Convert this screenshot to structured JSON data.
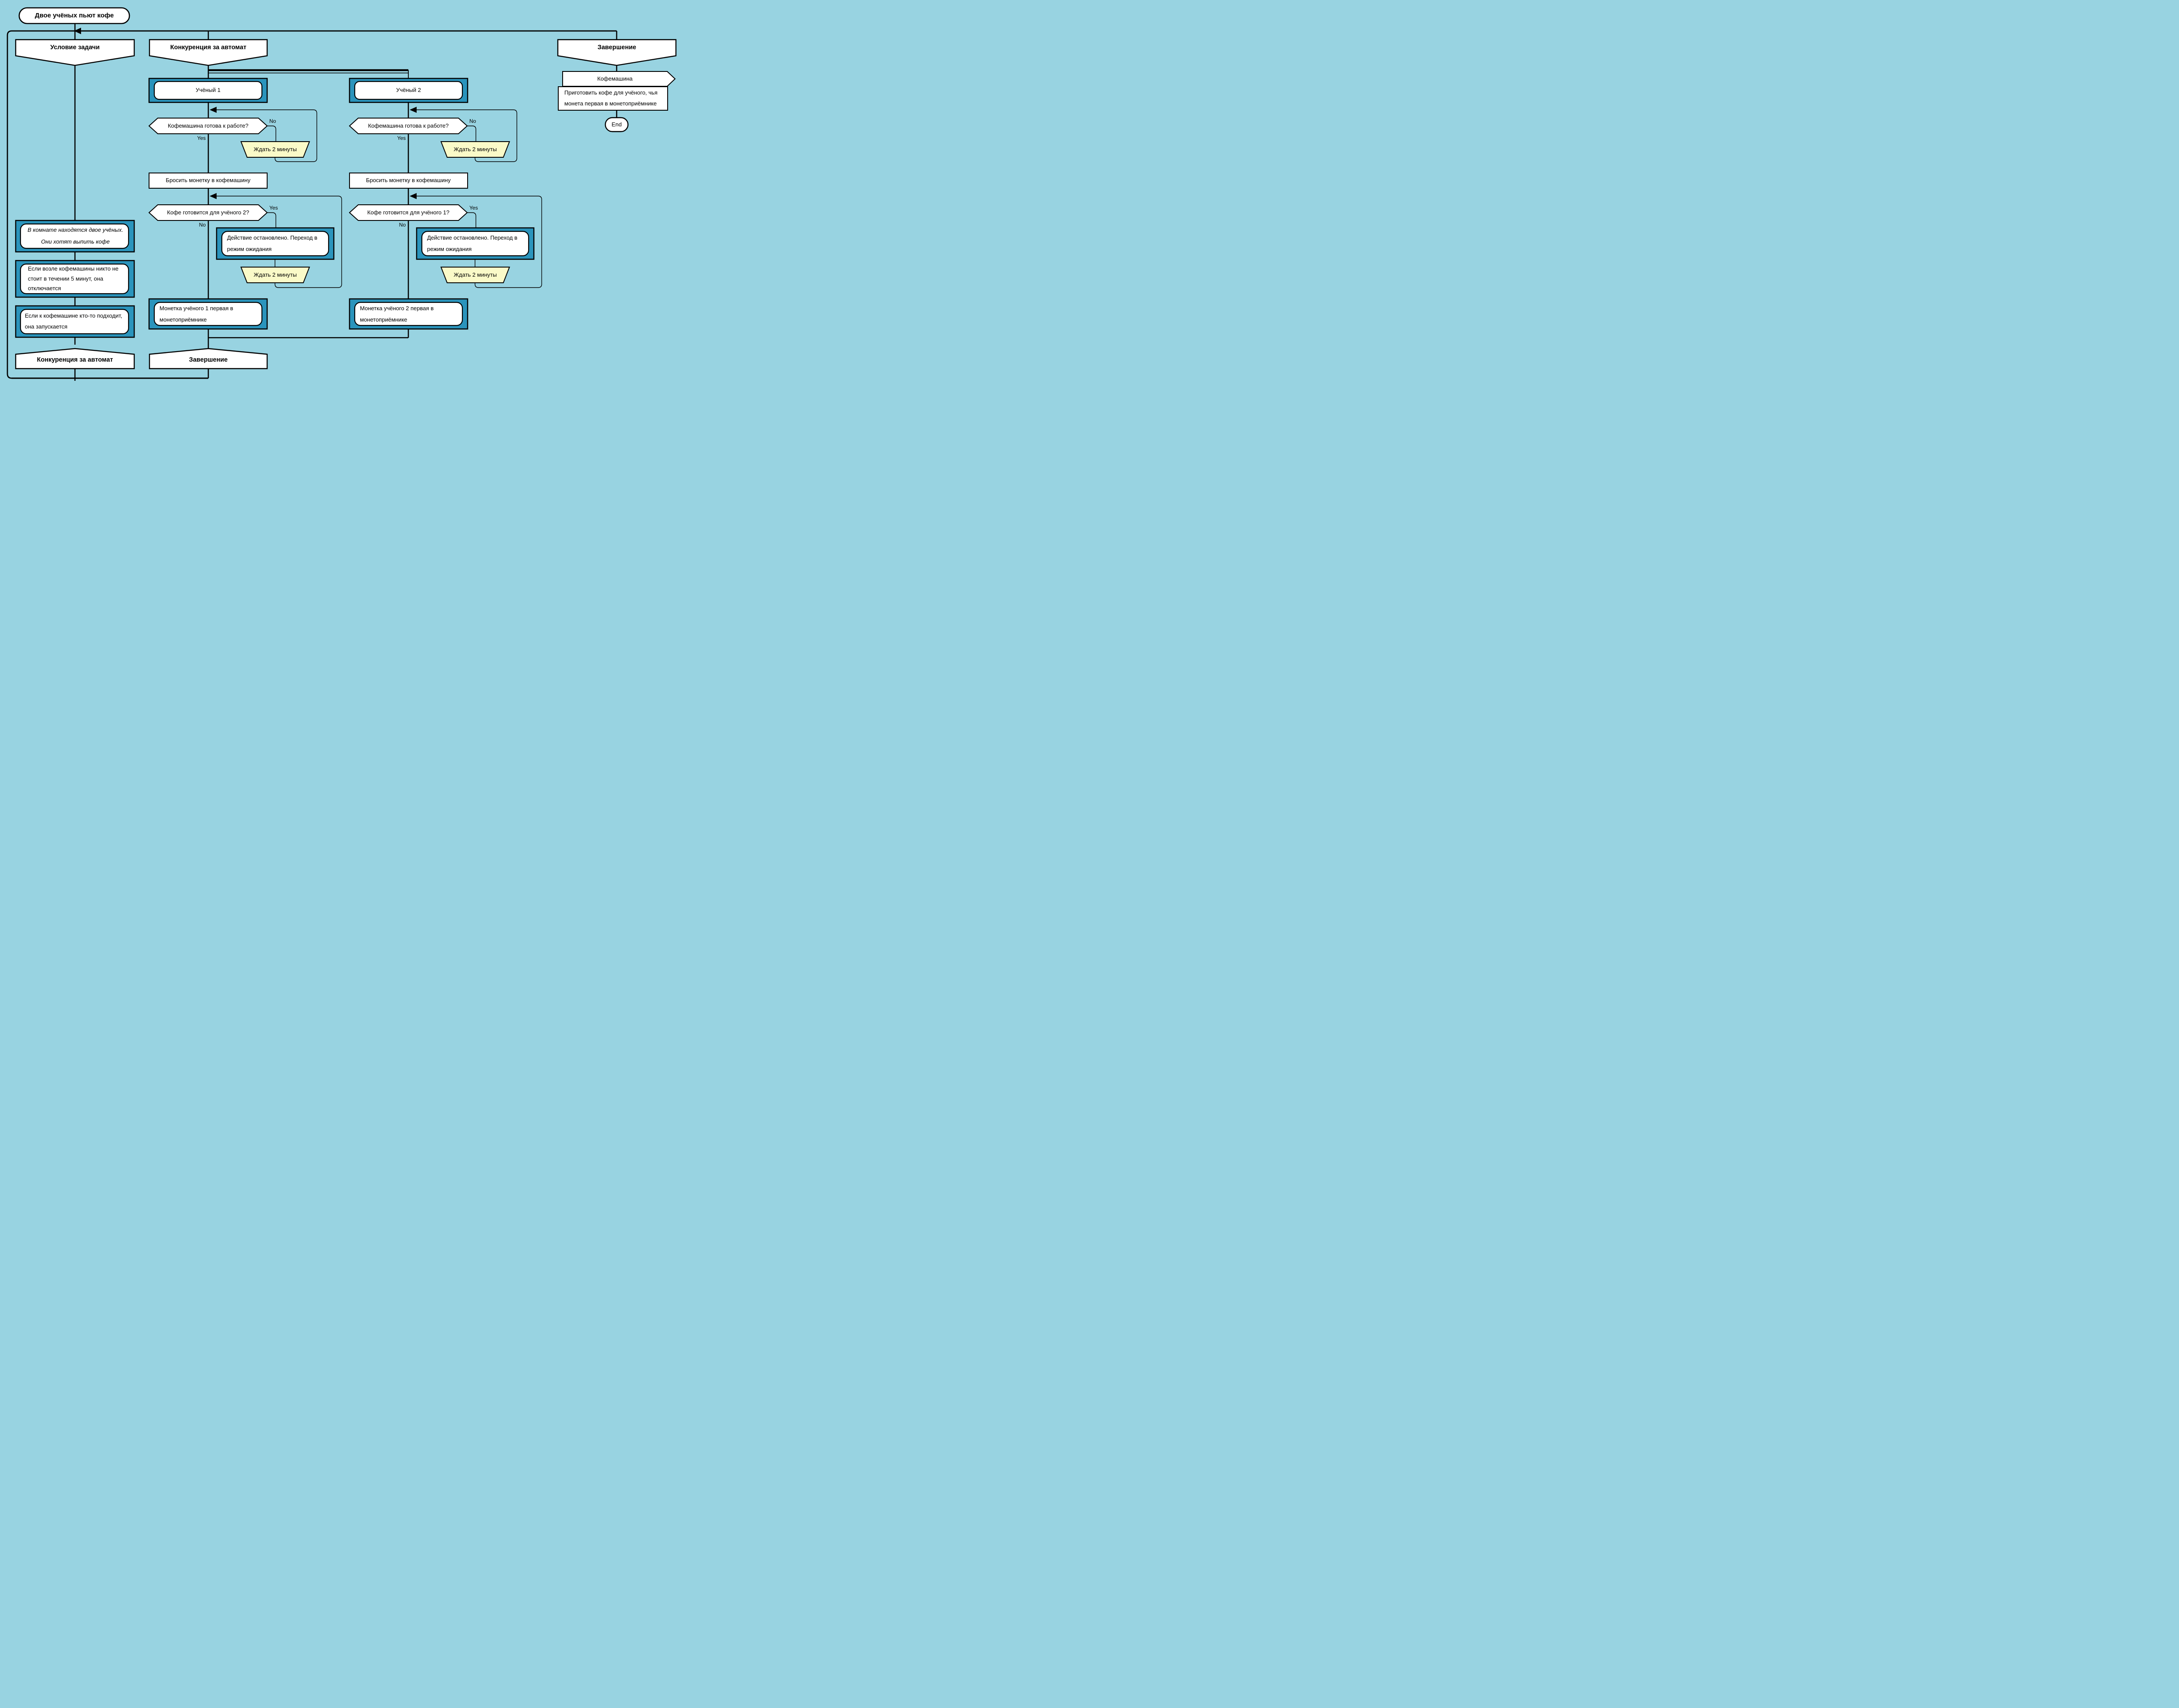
{
  "diagram": {
    "title": "Двое учёных пьют кофе",
    "colors": {
      "background": "#98d3e1",
      "process_frame_blue": "#2b94bc",
      "wait_yellow": "#fafac8",
      "shape_white": "#ffffff",
      "line_black": "#000000"
    },
    "labels": {
      "yes": "Yes",
      "no": "No",
      "end": "End"
    },
    "branches": {
      "b1_header": "Условие задачи",
      "b2_header": "Конкуренция за автомат",
      "b3_header": "Завершение",
      "b1_address": "Конкуренция за автомат",
      "b2_address": "Завершение"
    },
    "conditions": {
      "note_room": "В комнате находятся двое учёных.\nОни хотят выпить кофе",
      "note_idle": "Если возле кофемашины никто не\nстоит в течении 5 минут, она\nотключается",
      "note_approach": "Если к кофемашине кто-то подходит,\nона запускается"
    },
    "scientist1": {
      "name": "Учёный 1",
      "q_ready": "Кофемашина готова к работе?",
      "wait": "Ждать 2 минуты",
      "insert_coin": "Бросить монетку в кофемашину",
      "q_other": "Кофе готовится для учёного 2?",
      "stopped": "Действие остановлено. Переход в\nрежим ожидания",
      "wait2": "Ждать 2 минуты",
      "coin_first": "Монетка учёного 1 первая в\nмонетоприёмнике"
    },
    "scientist2": {
      "name": "Учёный 2",
      "q_ready": "Кофемашина готова к работе?",
      "wait": "Ждать 2 минуты",
      "insert_coin": "Бросить монетку в кофемашину",
      "q_other": "Кофе готовится для учёного 1?",
      "stopped": "Действие остановлено. Переход в\nрежим ожидания",
      "wait2": "Ждать 2 минуты",
      "coin_first": "Монетка учёного 2 первая в\nмонетоприёмнике"
    },
    "finish": {
      "machine": "Кофемашина",
      "brew": "Приготовить кофе для учёного, чья\nмонета первая в монетоприёмнике"
    }
  }
}
